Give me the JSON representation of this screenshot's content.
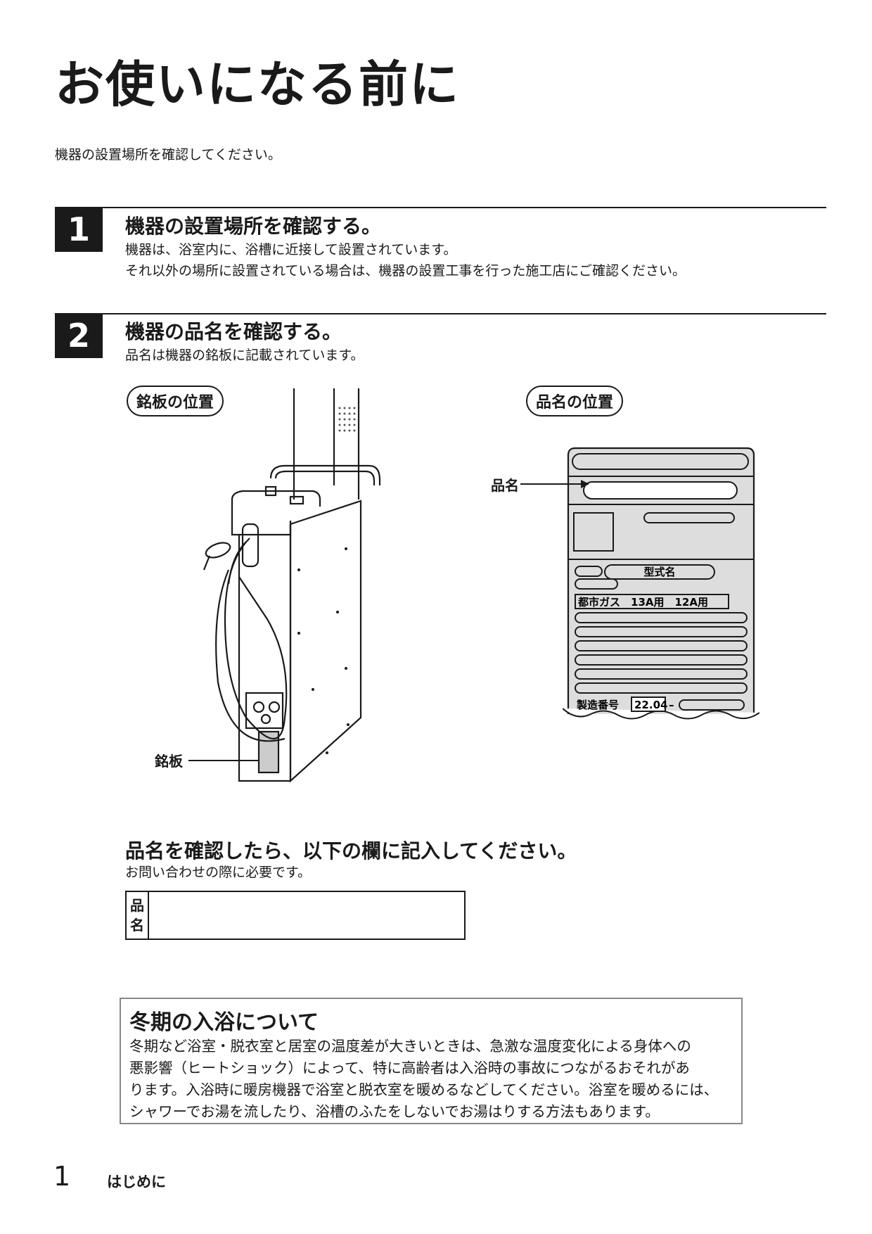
{
  "page": {
    "title": "お使いになる前に",
    "intro": "機器の設置場所を確認してください。"
  },
  "steps": [
    {
      "number": "1",
      "heading": "機器の設置場所を確認する。",
      "lines": [
        "機器は、浴室内に、浴槽に近接して設置されています。",
        "それ以外の場所に設置されている場合は、機器の設置工事を行った施工店にご確認ください。"
      ]
    },
    {
      "number": "2",
      "heading": "機器の品名を確認する。",
      "lines": [
        "品名は機器の銘板に記載されています。"
      ]
    }
  ],
  "figures": {
    "left_label": "銘板の位置",
    "left_callout": "銘板",
    "right_label": "品名の位置",
    "right_callout": "品名",
    "plate": {
      "model_label": "型式名",
      "gas_type": "都市ガス　13A用　12A用",
      "serial_label": "製造番号",
      "serial_value": "22.04",
      "serial_sep": "–"
    }
  },
  "record": {
    "heading": "品名を確認したら、以下の欄に記入してください。",
    "subtext": "お問い合わせの際に必要です。",
    "label_chars": [
      "品",
      "名"
    ],
    "value": ""
  },
  "notice": {
    "title": "冬期の入浴について",
    "lines": [
      "冬期など浴室・脱衣室と居室の温度差が大きいときは、急激な温度変化による身体への",
      "悪影響（ヒートショック）によって、特に高齢者は入浴時の事故につながるおそれがあ",
      "ります。入浴時に暖房機器で浴室と脱衣室を暖めるなどしてください。浴室を暖めるには、",
      "シャワーでお湯を流したり、浴槽のふたをしないでお湯はりする方法もあります。"
    ]
  },
  "footer": {
    "page_number": "1",
    "section": "はじめに"
  }
}
